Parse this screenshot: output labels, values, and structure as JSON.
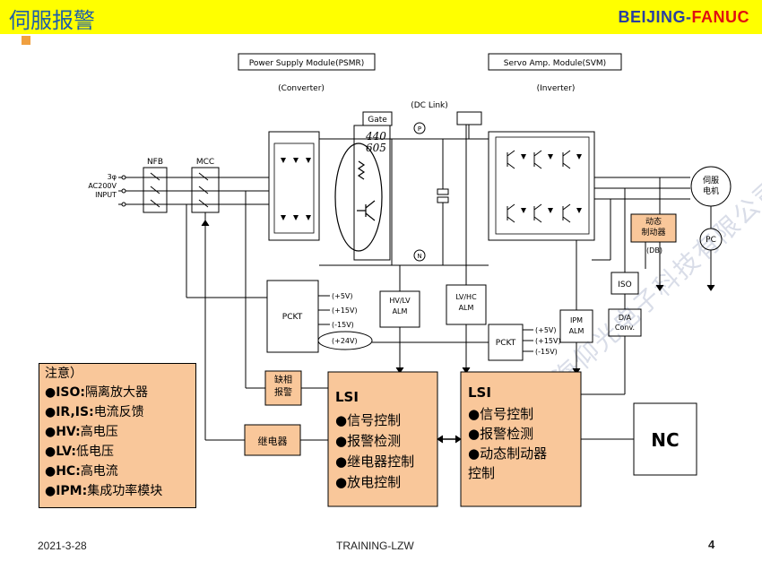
{
  "header": {
    "title": "伺服报警",
    "brand_part1": "BEIJING-",
    "brand_part2": "FANUC"
  },
  "colors": {
    "topbar": "#ffff00",
    "note_fill": "#f9c79a",
    "accent": "#f0a040",
    "brand_blue": "#2a3fa0",
    "brand_red": "#e01010"
  },
  "diagram": {
    "psmr_label": "Power Supply Module(PSMR)",
    "svm_label": "Servo Amp. Module(SVM)",
    "converter_label": "(Converter)",
    "inverter_label": "(Inverter)",
    "dc_link": "(DC Link)",
    "gate": "Gate",
    "p_node": "P",
    "n_node": "N",
    "handwritten": "440\n605",
    "input_label": "3φ\nAC200V\nINPUT",
    "nfb": "NFB",
    "mcc": "MCC",
    "pckt1": "PCKT",
    "pckt2": "PCKT",
    "volt1": [
      "(+5V)",
      "(+15V)",
      "(-15V)",
      "(+24V)"
    ],
    "volt2": [
      "(+5V)",
      "(+15V)",
      "(-15V)"
    ],
    "hvlv": "HV/LV\nALM",
    "lvhc": "LV/HC\nALM",
    "ipm": "IPM\nALM",
    "iso": "ISO",
    "da": "D/A\nConv.",
    "motor": "伺服\n电机",
    "pc": "PC",
    "db_box": "动态\n制动器",
    "db_label": "(DB)",
    "phase_box": "缺相\n报警",
    "relay_box": "继电器",
    "lsi1_title": "LSI",
    "lsi1_items": [
      "●信号控制",
      "●报警检测",
      "●继电器控制",
      "●放电控制"
    ],
    "lsi2_title": "LSI",
    "lsi2_items": [
      "●信号控制",
      "●报警检测",
      "●动态制动器",
      "控制"
    ],
    "nc": "NC"
  },
  "notes": {
    "title": "注意）",
    "items": [
      {
        "abbr": "●ISO:",
        "desc": "隔离放大器"
      },
      {
        "abbr": "●IR,IS:",
        "desc": "电流反馈"
      },
      {
        "abbr": "●HV:",
        "desc": "高电压"
      },
      {
        "abbr": "●LV:",
        "desc": "低电压"
      },
      {
        "abbr": "●HC:",
        "desc": "高电流"
      },
      {
        "abbr": "●IPM:",
        "desc": "集成功率模块"
      }
    ]
  },
  "footer": {
    "date": "2021-3-28",
    "center": "TRAINING-LZW",
    "page": "4"
  },
  "watermark": "上海仰光电子科技有限公司"
}
